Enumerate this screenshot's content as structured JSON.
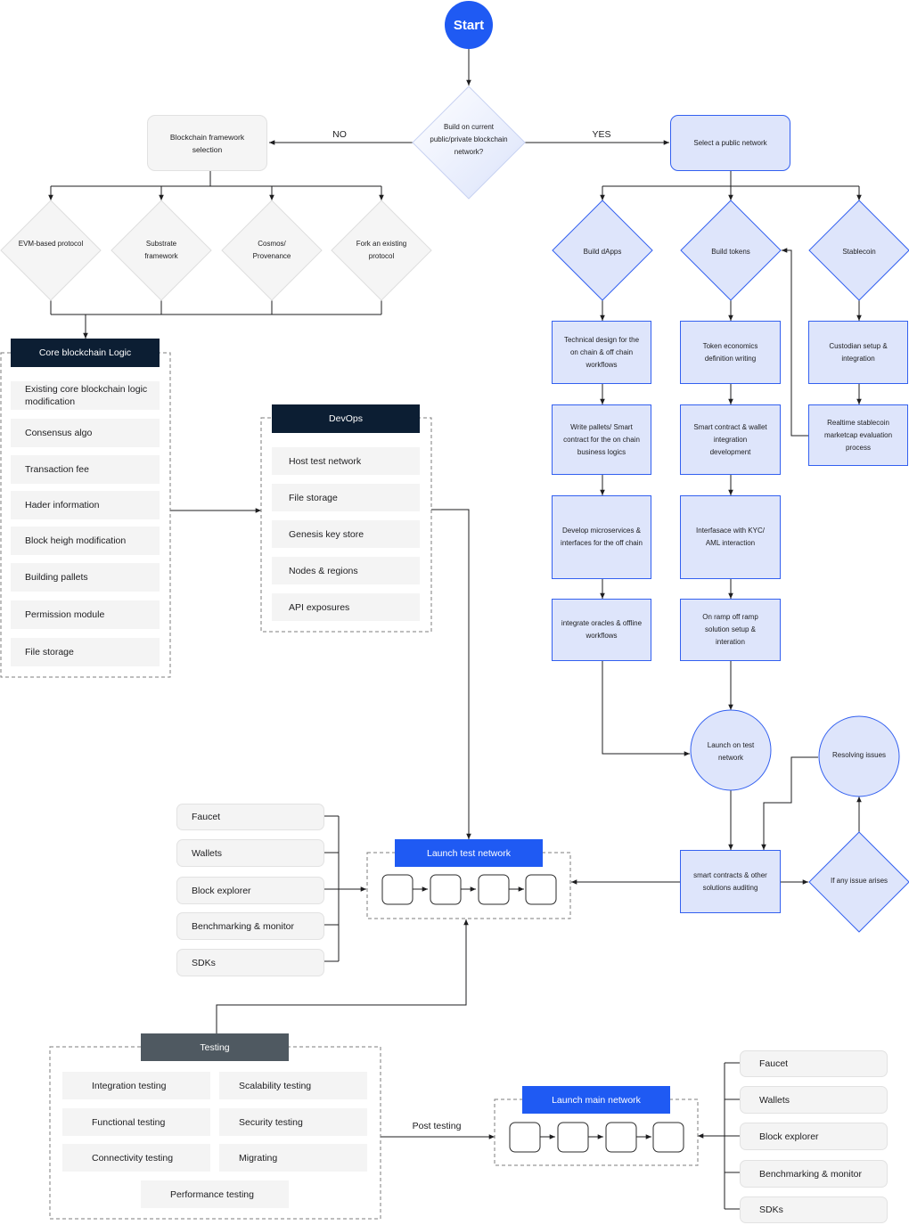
{
  "start": "Start",
  "decision": "Build on current public/private blockchain network?",
  "no_label": "NO",
  "yes_label": "YES",
  "framework_selection": "Blockchain framework selection",
  "frameworks": [
    "EVM-based protocol",
    "Substrate framework",
    "Cosmos/ Provenance",
    "Fork an existing protocol"
  ],
  "core": {
    "title": "Core blockchain Logic",
    "items": [
      "Existing core blockchain logic modification",
      "Consensus algo",
      "Transaction fee",
      "Hader information",
      "Block heigh modification",
      "Building pallets",
      "Permission module",
      "File storage"
    ]
  },
  "devops": {
    "title": "DevOps",
    "items": [
      "Host test network",
      "File storage",
      "Genesis key store",
      "Nodes & regions",
      "API exposures"
    ]
  },
  "public_network": "Select a public network",
  "branches": {
    "dapps": {
      "title": "Build dApps",
      "steps": [
        "Technical design for the on chain & off chain workflows",
        "Write pallets/ Smart contract for the on chain business logics",
        "Develop microservices & interfaces for the off chain",
        "integrate oracles & offline workflows"
      ]
    },
    "tokens": {
      "title": "Build tokens",
      "steps": [
        "Token economics definition writing",
        "Smart contract & wallet integration development",
        "Interfasace with KYC/ AML interaction",
        "On ramp off ramp solution setup & interation"
      ]
    },
    "stablecoin": {
      "title": "Stablecoin",
      "steps": [
        "Custodian setup & integration",
        "Realtime stablecoin marketcap evaluation process"
      ]
    }
  },
  "launch_test_circle": "Launch on test network",
  "resolving": "Resolving issues",
  "auditing": "smart contracts & other solutions auditing",
  "issue_decision": "If any issue arises",
  "launch_test_network": "Launch test network",
  "tools_left": [
    "Faucet",
    "Wallets",
    "Block explorer",
    "Benchmarking & monitor",
    "SDKs"
  ],
  "testing": {
    "title": "Testing",
    "items": [
      "Integration testing",
      "Scalability testing",
      "Functional testing",
      "Security testing",
      "Connectivity testing",
      "Migrating",
      "Performance testing"
    ]
  },
  "post_testing": "Post testing",
  "launch_main_network": "Launch main network",
  "tools_right": [
    "Faucet",
    "Wallets",
    "Block explorer",
    "Benchmarking & monitor",
    "SDKs"
  ],
  "colors": {
    "blue": "#1f5af3",
    "light_blue": "#dee5fb",
    "dark_navy": "#0c1e33",
    "slate": "#4f5961",
    "grey": "#f5f5f5"
  }
}
